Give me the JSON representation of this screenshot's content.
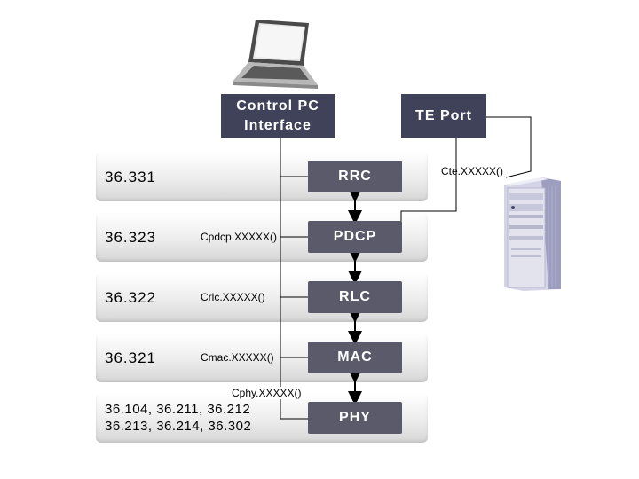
{
  "control_pc": {
    "line1": "Control PC",
    "line2": "Interface"
  },
  "te_port": {
    "label": "TE Port"
  },
  "cte_primitive": "Cte.XXXXX()",
  "layers": [
    {
      "spec": "36.331",
      "primitive": "",
      "protocol": "RRC"
    },
    {
      "spec": "36.323",
      "primitive": "Cpdcp.XXXXX()",
      "protocol": "PDCP"
    },
    {
      "spec": "36.322",
      "primitive": "Crlc.XXXXX()",
      "protocol": "RLC"
    },
    {
      "spec": "36.321",
      "primitive": "Cmac.XXXXX()",
      "protocol": "MAC"
    },
    {
      "spec_line1": "36.104, 36.211, 36.212",
      "spec_line2": "36.213, 36.214, 36.302",
      "protocol": "PHY"
    }
  ],
  "phy_primitive": "Cphy.XXXXX()",
  "icons": {
    "laptop": "laptop-icon",
    "server": "server-tower-icon"
  }
}
